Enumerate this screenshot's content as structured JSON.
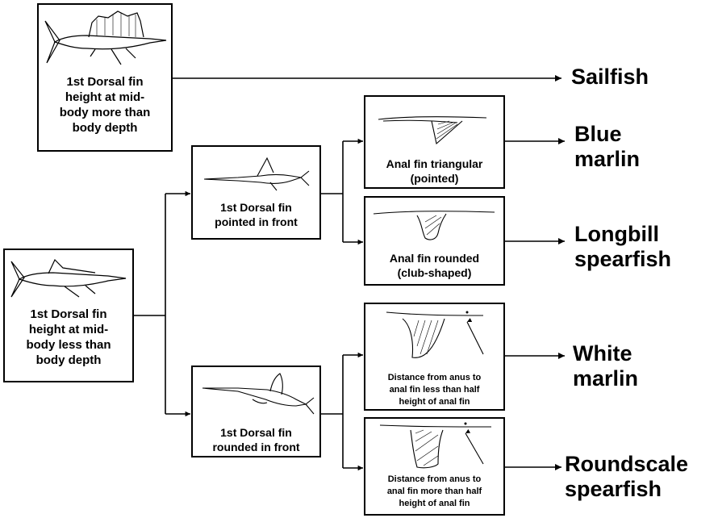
{
  "diagram": {
    "nodes": {
      "sailfish_key": {
        "caption": "1st Dorsal fin\nheight at mid-\nbody more than\nbody depth"
      },
      "marlin_key": {
        "caption": "1st Dorsal fin\nheight at mid-\nbody less than\nbody depth"
      },
      "dorsal_pointed": {
        "caption": "1st Dorsal fin\npointed in front"
      },
      "dorsal_rounded": {
        "caption": "1st Dorsal fin\nrounded in front"
      },
      "anal_triangular": {
        "caption": "Anal fin triangular\n(pointed)"
      },
      "anal_rounded": {
        "caption": "Anal fin rounded\n(club-shaped)"
      },
      "anus_less": {
        "caption": "Distance from anus to\nanal fin less than half\nheight of anal fin"
      },
      "anus_more": {
        "caption": "Distance from anus to\nanal fin more than half\nheight of anal fin"
      }
    },
    "species": {
      "sailfish": "Sailfish",
      "blue_marlin": "Blue\nmarlin",
      "longbill_spearfish": "Longbill\nspearfish",
      "white_marlin": "White\nmarlin",
      "roundscale_spearfish": "Roundscale\nspearfish"
    },
    "colors": {
      "line": "#000000",
      "background": "#ffffff"
    }
  }
}
